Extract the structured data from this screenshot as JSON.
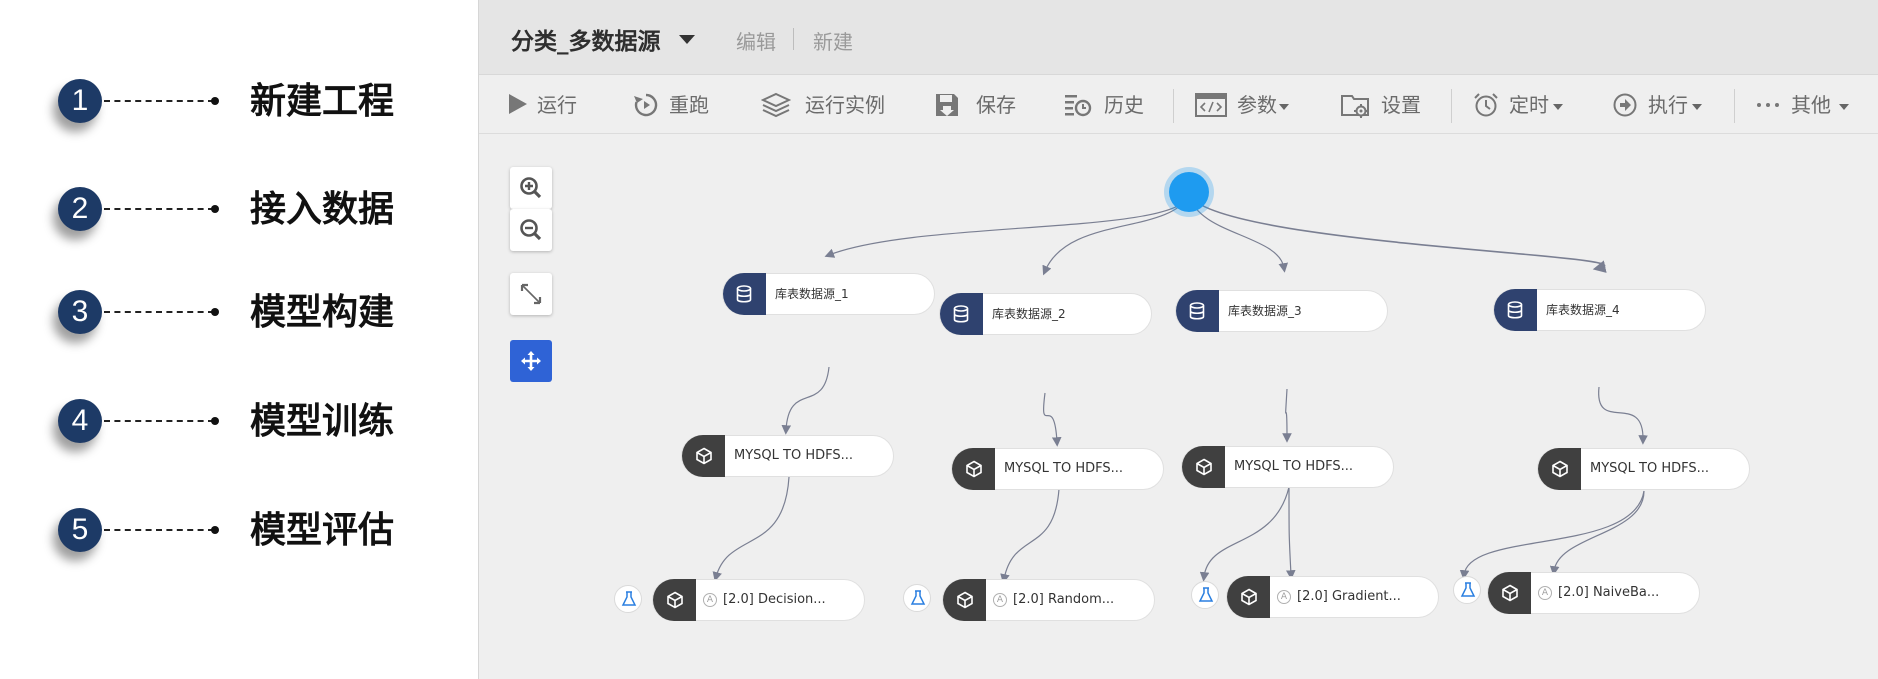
{
  "steps": [
    {
      "number": "1",
      "label": "新建工程"
    },
    {
      "number": "2",
      "label": "接入数据"
    },
    {
      "number": "3",
      "label": "模型构建"
    },
    {
      "number": "4",
      "label": "模型训练"
    },
    {
      "number": "5",
      "label": "模型评估"
    }
  ],
  "header": {
    "project_title": "分类_多数据源",
    "edit_label": "编辑",
    "new_label": "新建"
  },
  "toolbar": {
    "run": "运行",
    "rerun": "重跑",
    "run_instance": "运行实例",
    "save": "保存",
    "history": "历史",
    "params": "参数",
    "settings": "设置",
    "schedule": "定时",
    "execute": "执行",
    "more": "其他"
  },
  "canvas": {
    "datasources": [
      "库表数据源_1",
      "库表数据源_2",
      "库表数据源_3",
      "库表数据源_4"
    ],
    "transforms": [
      "MYSQL TO HDFS...",
      "MYSQL TO HDFS...",
      "MYSQL TO HDFS...",
      "MYSQL TO HDFS..."
    ],
    "models": [
      "[2.0] Decision...",
      "[2.0] Random...",
      "[2.0] Gradient...",
      "[2.0] NaiveBa..."
    ],
    "model_badge": "A"
  },
  "colors": {
    "step_circle": "#1d3a66",
    "root_node": "#1e9bf0",
    "datasource_cap": "#2f426f",
    "operator_cap": "#404040",
    "pan_button": "#2f63d6"
  },
  "icons": {
    "zoom_in": "zoom-in-icon",
    "zoom_out": "zoom-out-icon",
    "fit": "fit-screen-icon",
    "pan": "move-icon",
    "datasource": "database-icon",
    "operator": "cube-icon",
    "flask": "flask-icon"
  }
}
